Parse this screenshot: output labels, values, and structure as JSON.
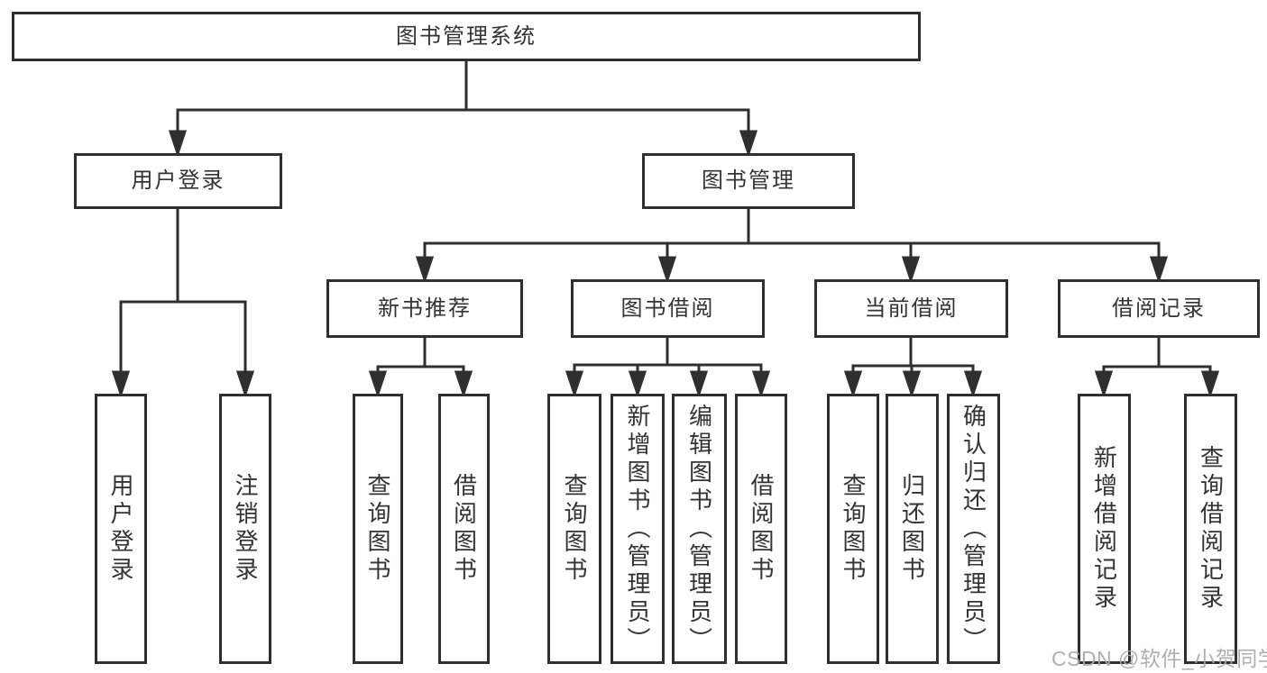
{
  "diagram": {
    "root": {
      "label": "图书管理系统"
    },
    "user_login": {
      "label": "用户登录",
      "children": [
        {
          "label": "用户登录"
        },
        {
          "label": "注销登录"
        }
      ]
    },
    "book_management": {
      "label": "图书管理",
      "groups": [
        {
          "label": "新书推荐",
          "children": [
            {
              "label": "查询图书"
            },
            {
              "label": "借阅图书"
            }
          ]
        },
        {
          "label": "图书借阅",
          "children": [
            {
              "label": "查询图书"
            },
            {
              "label": "新增图书（管理员）"
            },
            {
              "label": "编辑图书（管理员）"
            },
            {
              "label": "借阅图书"
            }
          ]
        },
        {
          "label": "当前借阅",
          "children": [
            {
              "label": "查询图书"
            },
            {
              "label": "归还图书"
            },
            {
              "label": "确认归还（管理员）"
            }
          ]
        },
        {
          "label": "借阅记录",
          "children": [
            {
              "label": "新增借阅记录"
            },
            {
              "label": "查询借阅记录"
            }
          ]
        }
      ]
    }
  },
  "watermark": {
    "text": "CSDN @软件_小贺同学"
  },
  "colors": {
    "line": "#2f2f2f",
    "text": "#333333",
    "watermark": "#a9a9a9",
    "background": "#ffffff"
  }
}
